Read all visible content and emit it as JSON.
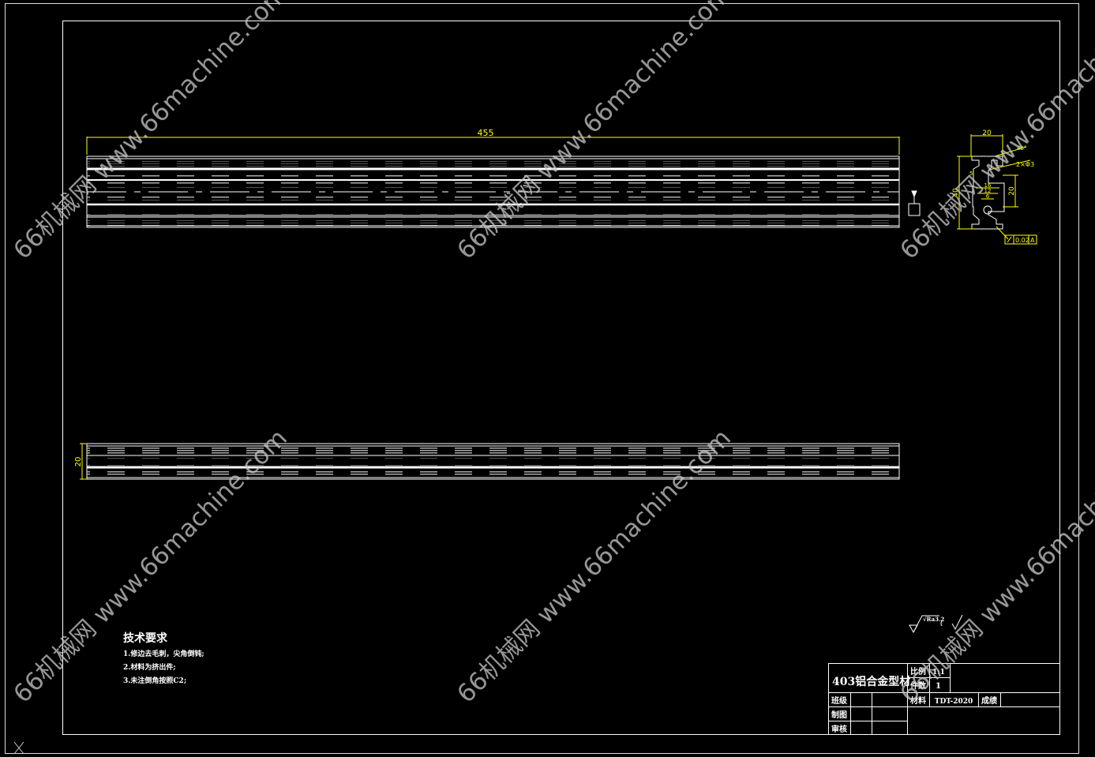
{
  "drawing": {
    "title": "403铝合金型材",
    "scale_label": "比例",
    "scale_value": "1:1",
    "quantity_label": "件数",
    "quantity_value": "1",
    "material_label": "材料",
    "material_value": "TDT-2020",
    "grade_label": "成绩",
    "class_label": "班级",
    "drawn_label": "制图",
    "checked_label": "审核",
    "roughness": "√Ra3.2"
  },
  "tech_requirements": {
    "heading": "技术要求",
    "items": [
      "1.修边去毛刺，尖角倒钝;",
      "2.材料为挤出件;",
      "3.未注倒角按照C2;"
    ]
  },
  "dimensions": {
    "length": "455",
    "height_side": "20",
    "profile_width": "20",
    "profile_height": "40",
    "profile_right": "20",
    "hole": "2×Φ3",
    "angle": "45°",
    "inner_16": "16",
    "inner_12": "12",
    "inner_6": "6",
    "inner_5": "5",
    "tolerance_value": "0.02",
    "datum": "A"
  },
  "watermark": "66机械网 www.66machine.com"
}
